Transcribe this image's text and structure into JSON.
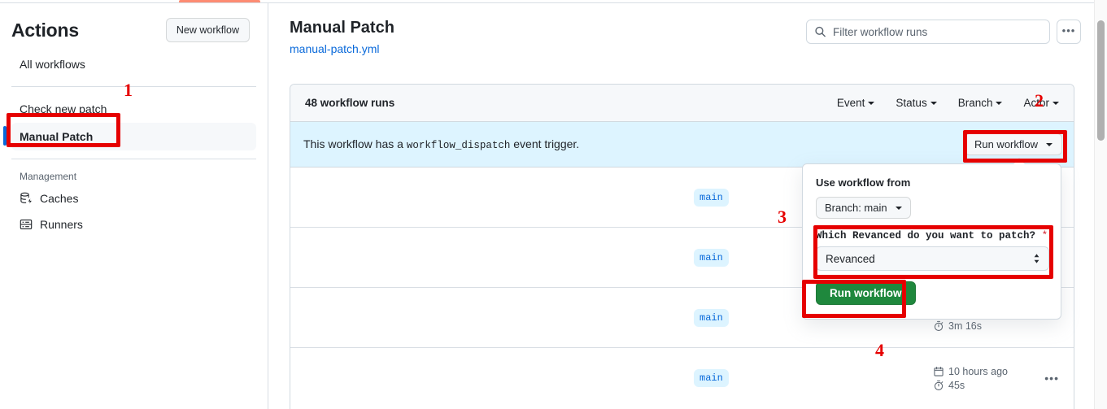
{
  "window": {
    "tab_underline_color": "#fd8c73",
    "accent_blue": "#0969da",
    "green": "#1f883d",
    "annotation_color": "#e60000"
  },
  "sidebar": {
    "title": "Actions",
    "new_workflow_label": "New workflow",
    "items": [
      {
        "label": "All workflows",
        "selected": false
      },
      {
        "label": "Check new patch",
        "selected": false
      },
      {
        "label": "Manual Patch",
        "selected": true
      }
    ],
    "management": {
      "group_label": "Management",
      "items": [
        {
          "label": "Caches",
          "icon": "cache-icon"
        },
        {
          "label": "Runners",
          "icon": "server-icon"
        }
      ]
    }
  },
  "main": {
    "title": "Manual Patch",
    "subtitle_link": "manual-patch.yml",
    "search": {
      "placeholder": "Filter workflow runs",
      "value": "",
      "icon": "search-icon"
    },
    "kebab_label": "•••"
  },
  "runs": {
    "count_label": "48 workflow runs",
    "filters": [
      {
        "label": "Event"
      },
      {
        "label": "Status"
      },
      {
        "label": "Branch"
      },
      {
        "label": "Actor"
      }
    ],
    "dispatch_banner": {
      "text_before": "This workflow has a",
      "code": "workflow_dispatch",
      "text_after": "event trigger.",
      "run_button_label": "Run workflow"
    },
    "rows": [
      {
        "branch": "main",
        "time_ago": "",
        "duration": ""
      },
      {
        "branch": "main",
        "time_ago": "",
        "duration": ""
      },
      {
        "branch": "main",
        "time_ago": "",
        "duration": "3m 16s"
      },
      {
        "branch": "main",
        "time_ago": "10 hours ago",
        "duration": "45s"
      }
    ]
  },
  "popover": {
    "use_workflow_from_label": "Use workflow from",
    "branch_selector_label": "Branch: main",
    "input_label": "Which Revanced do you want to patch?",
    "required_marker": "*",
    "select_value": "Revanced",
    "submit_label": "Run workflow"
  },
  "annotations": [
    {
      "number": "1"
    },
    {
      "number": "2"
    },
    {
      "number": "3"
    },
    {
      "number": "4"
    }
  ]
}
